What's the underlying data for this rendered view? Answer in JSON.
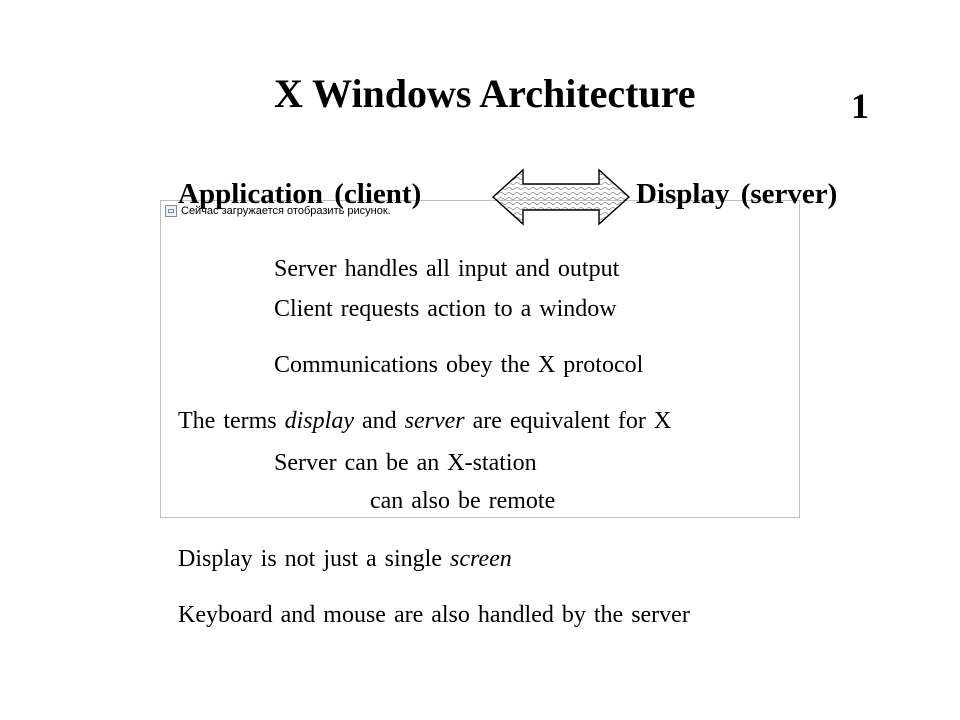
{
  "title": "X Windows Architecture",
  "slide_number": "1",
  "diagram": {
    "client_label": "Application (client)",
    "server_label": "Display (server)",
    "arrow_icon": "double-headed-arrow-icon"
  },
  "placeholder": {
    "text": "Сейчас загружается отобразить рисунок.",
    "icon": "broken-image-icon"
  },
  "lines": {
    "server_io": "Server handles all input and output",
    "client_requests": "Client requests action to a window",
    "protocol": "Communications obey the X protocol",
    "terms_prefix": "The terms ",
    "terms_display": "display",
    "terms_and": " and ",
    "terms_server": "server",
    "terms_suffix": " are equivalent for X",
    "xstation": "Server can be an X-station",
    "remote": "can also be remote",
    "screen_prefix": "Display is not just a single ",
    "screen_word": "screen",
    "keyboard": "Keyboard and mouse are also handled by the server"
  }
}
